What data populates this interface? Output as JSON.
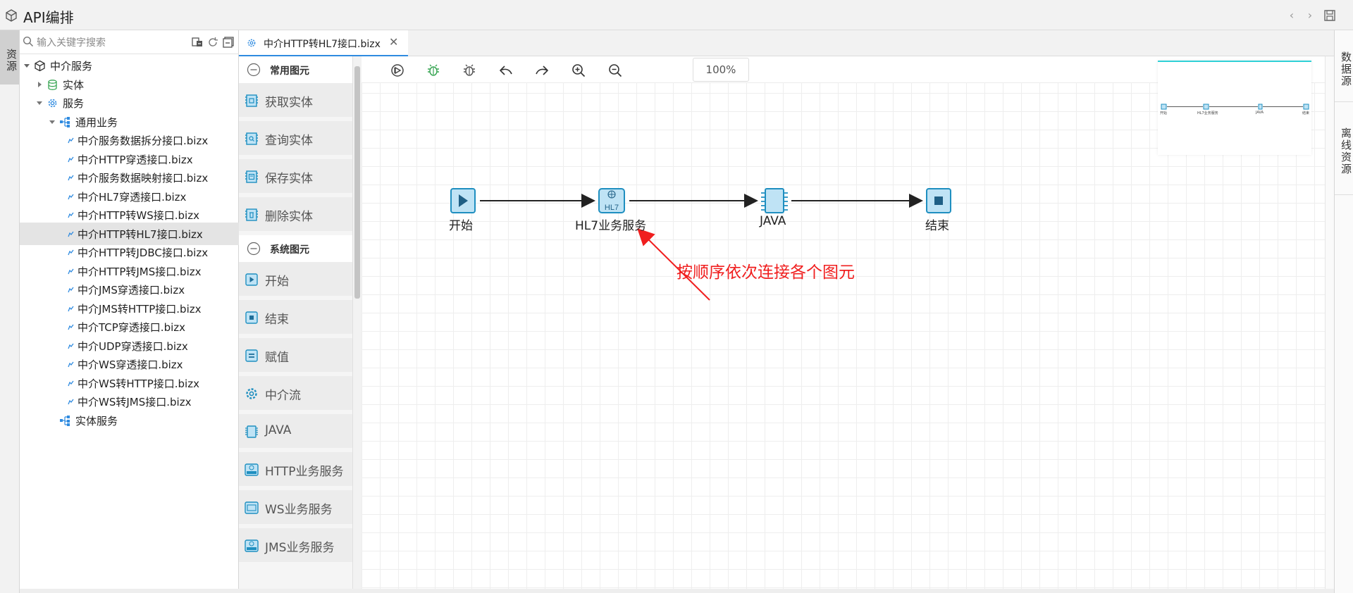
{
  "app": {
    "title": "API编排"
  },
  "left_rail": {
    "tab_label": "资源"
  },
  "right_rail": {
    "tabs": [
      "数据源",
      "离线资源"
    ]
  },
  "tree": {
    "search_placeholder": "输入关键字搜索",
    "root": "中介服务",
    "entity": "实体",
    "service": "服务",
    "general_business": "通用业务",
    "files": [
      "中介服务数据拆分接口.bizx",
      "中介HTTP穿透接口.bizx",
      "中介服务数据映射接口.bizx",
      "中介HL7穿透接口.bizx",
      "中介HTTP转WS接口.bizx",
      "中介HTTP转HL7接口.bizx",
      "中介HTTP转JDBC接口.bizx",
      "中介HTTP转JMS接口.bizx",
      "中介JMS穿透接口.bizx",
      "中介JMS转HTTP接口.bizx",
      "中介TCP穿透接口.bizx",
      "中介UDP穿透接口.bizx",
      "中介WS穿透接口.bizx",
      "中介WS转HTTP接口.bizx",
      "中介WS转JMS接口.bizx"
    ],
    "selected_index": 5,
    "entity_service": "实体服务"
  },
  "doc_tab": {
    "label": "中介HTTP转HL7接口.bizx"
  },
  "palette": {
    "group_common": "常用图元",
    "common_items": [
      "获取实体",
      "查询实体",
      "保存实体",
      "删除实体"
    ],
    "group_system": "系统图元",
    "system_items": [
      "开始",
      "结束",
      "赋值",
      "中介流",
      "JAVA",
      "HTTP业务服务",
      "WS业务服务",
      "JMS业务服务"
    ]
  },
  "toolbar": {
    "zoom": "100%"
  },
  "flow": {
    "nodes": [
      "开始",
      "HL7业务服务",
      "JAVA",
      "结束"
    ],
    "hl7_badge": "HL7",
    "annotation": "按顺序依次连接各个图元"
  },
  "minimap": {
    "labels": [
      "开始",
      "HL7业务服务",
      "JAVA",
      "结束"
    ]
  },
  "colors": {
    "accent": "#2f8be0",
    "node_fill": "#bfe3f5",
    "node_stroke": "#1f8fc0",
    "annotation": "#f01e1e"
  }
}
